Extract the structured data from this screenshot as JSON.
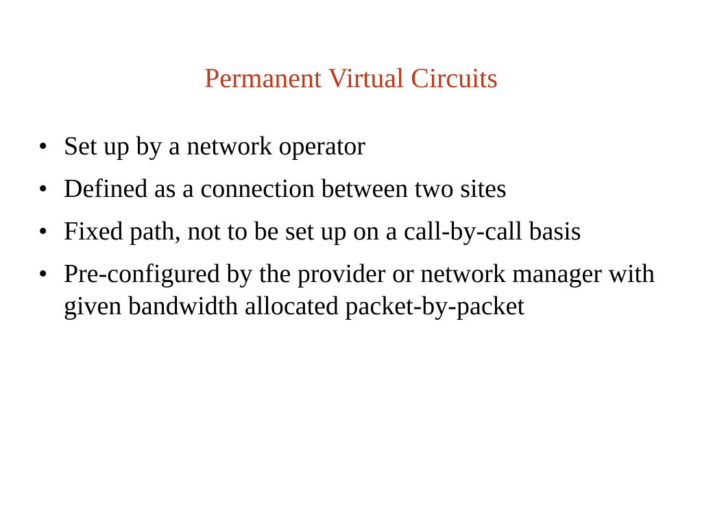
{
  "slide": {
    "title": "Permanent Virtual Circuits",
    "title_color": "#c0391b",
    "bullet_glyph": "•",
    "bullets": [
      "Set up by a network operator",
      "Defined as a connection between two sites",
      "Fixed path, not to be set up on a call-by-call basis",
      "Pre-configured by the provider or network manager with given bandwidth allocated packet-by-packet"
    ]
  }
}
